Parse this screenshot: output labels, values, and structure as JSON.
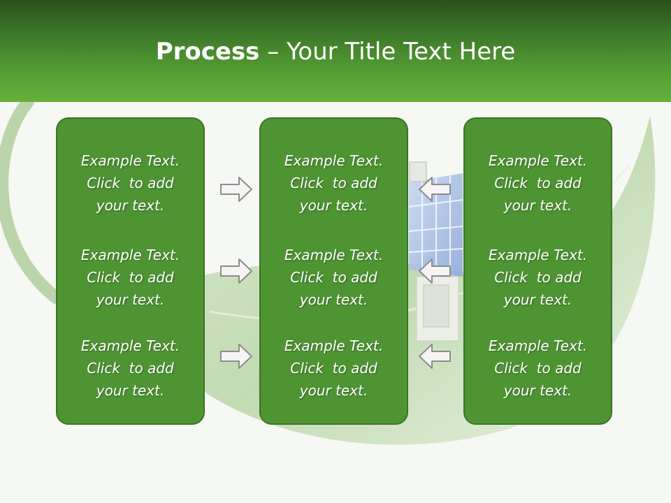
{
  "title": {
    "strong": "Process",
    "rest": " – Your Title Text Here"
  },
  "panels": [
    {
      "items": [
        {
          "line1": "Example Text.",
          "line2": "Click  to add",
          "line3": "your text."
        },
        {
          "line1": "Example Text.",
          "line2": "Click  to add",
          "line3": "your text."
        },
        {
          "line1": "Example Text.",
          "line2": "Click  to add",
          "line3": "your text."
        }
      ]
    },
    {
      "items": [
        {
          "line1": "Example Text.",
          "line2": "Click  to add",
          "line3": "your text."
        },
        {
          "line1": "Example Text.",
          "line2": "Click  to add",
          "line3": "your text."
        },
        {
          "line1": "Example Text.",
          "line2": "Click  to add",
          "line3": "your text."
        }
      ]
    },
    {
      "items": [
        {
          "line1": "Example Text.",
          "line2": "Click  to add",
          "line3": "your text."
        },
        {
          "line1": "Example Text.",
          "line2": "Click  to add",
          "line3": "your text."
        },
        {
          "line1": "Example Text.",
          "line2": "Click  to add",
          "line3": "your text."
        }
      ]
    }
  ],
  "arrows": {
    "left_group": "arrow-right-icon",
    "right_group": "arrow-left-icon"
  },
  "colors": {
    "header_dark": "#2a4f1c",
    "header_light": "#64b03a",
    "panel_fill": "#4f9433",
    "panel_border": "#3a7424",
    "text": "#ffffff"
  }
}
